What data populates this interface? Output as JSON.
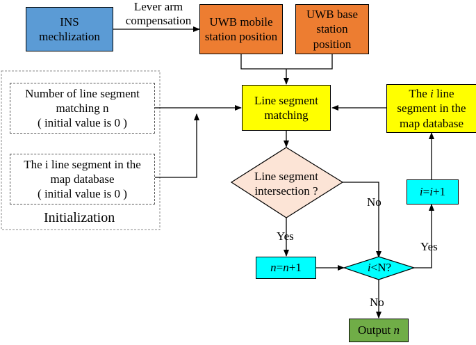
{
  "nodes": {
    "ins": "INS mechlization",
    "uwb_mobile": "UWB mobile station position",
    "uwb_base": "UWB base station position",
    "line_match": "Line segment matching",
    "line_db_prefix": "The",
    "line_db_var": "i",
    "line_db_suffix": "line segment in the map database",
    "init_count": {
      "line1": "Number of line segment",
      "line2": "matching n",
      "line3": "( initial value is 0 )"
    },
    "init_line": {
      "line1": "The i line segment in the",
      "line2": "map database",
      "line3": "( initial value is 0 )"
    },
    "decision_intersect": {
      "line1": "Line segment",
      "line2": "intersection ?"
    },
    "n_update": {
      "v1": "n",
      "eq": "=",
      "v2": "n",
      "rest": "+1"
    },
    "i_update": {
      "v1": "i",
      "eq": "=",
      "v2": "i",
      "rest": "+1"
    },
    "decision_compare": {
      "var": "i",
      "rest": "<N?"
    },
    "output": {
      "text": "Output",
      "var": "n"
    }
  },
  "edge_labels": {
    "lever_arm": {
      "line1": "Lever arm",
      "line2": "compensation"
    },
    "no_1": "No",
    "yes_1": "Yes",
    "yes_2": "Yes",
    "no_2": "No"
  },
  "group_label": "Initialization",
  "colors": {
    "ins": "#5b9bd5",
    "uwb": "#ed7d31",
    "process": "#ffff00",
    "decision_intersect": "#fce4d6",
    "update": "#00ffff",
    "output": "#70ad47"
  }
}
